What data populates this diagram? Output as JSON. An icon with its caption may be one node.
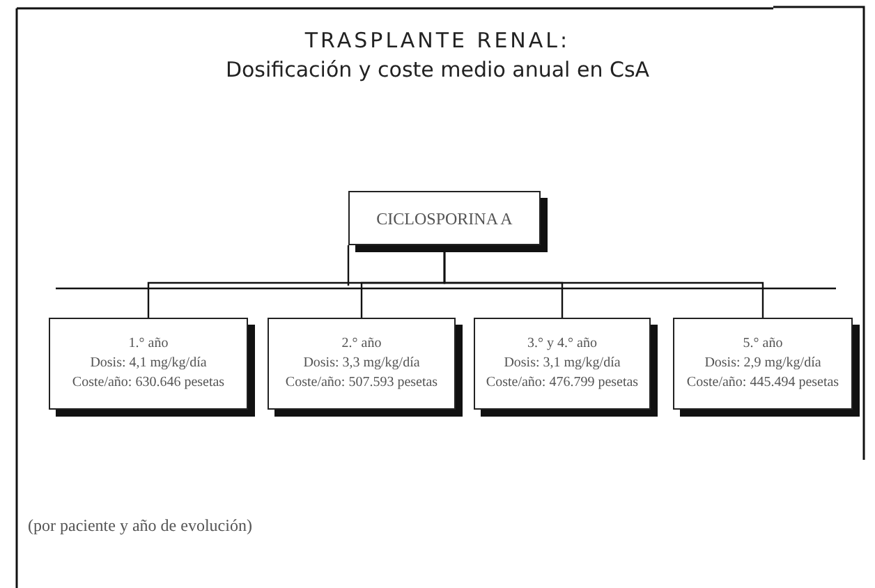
{
  "diagram": {
    "title": "TRASPLANTE RENAL:",
    "nodes": [
      {
        "text": [
          "CICLOSPORINA A"
        ]
      },
      {
        "text": [
          "1.° año",
          "Dosis: 4,1 mg/kg/día",
          "Coste/año: 630.646 pesetas"
        ]
      },
      {
        "text": [
          "2.° año",
          "Dosis: 3,3 mg/kg/día",
          "Coste/año: 507.593 pesetas"
        ]
      },
      {
        "text": [
          "3.° y 4.° año",
          "Dosis: 3,1 mg/kg/día",
          "Coste/año: 476.799 pesetas"
        ]
      },
      {
        "text": [
          "5.° año",
          "Dosis: 2,9 mg/kg/día",
          "Coste/año: 445.494 pesetas"
        ]
      }
    ],
    "edges": [
      {
        "from": 0,
        "to": 1,
        "arrow": "none"
      },
      {
        "from": 0,
        "to": 2,
        "arrow": "none"
      },
      {
        "from": 0,
        "to": 3,
        "arrow": "none"
      },
      {
        "from": 0,
        "to": 4,
        "arrow": "none"
      }
    ],
    "labels": [
      "Dosificación y coste medio anual en CsA",
      "(por paciente y año de evolución)"
    ]
  }
}
